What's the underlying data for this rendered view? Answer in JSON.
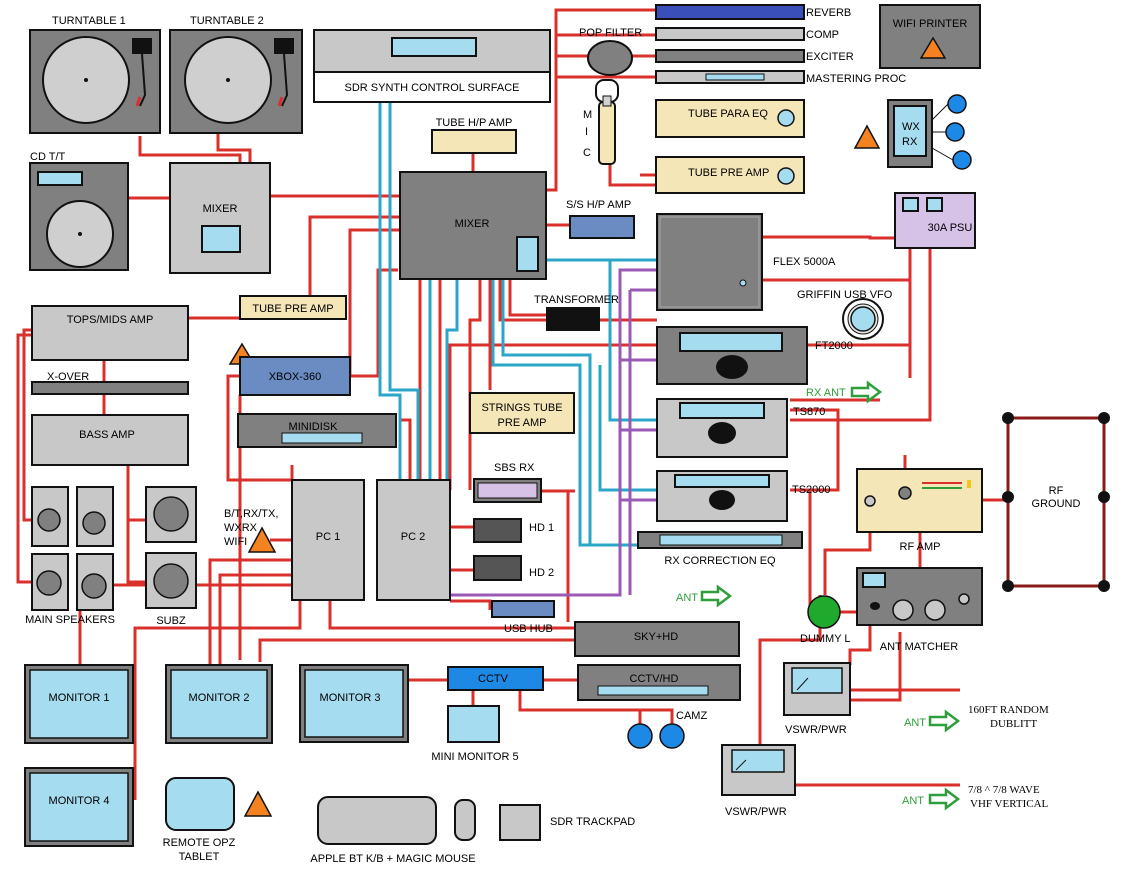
{
  "colors": {
    "wire_red": "#d9302c",
    "wire_blue": "#2aa6c9",
    "wire_purple": "#9b59b6",
    "ant_arrow": "#2e9e3a",
    "screen_blue": "#a6dcef",
    "equip_gray": "#808080",
    "tube_cream": "#f5e6b8",
    "warning_orange": "#f58220"
  },
  "labels": {
    "turntable1": "TURNTABLE 1",
    "turntable2": "TURNTABLE 2",
    "sdr_synth": "SDR SYNTH CONTROL SURFACE",
    "pop_filter": "POP FILTER",
    "mic": "M\nI\nC",
    "reverb": "REVERB",
    "comp": "COMP",
    "exciter": "EXCITER",
    "mastering": "MASTERING PROC",
    "wifi_printer": "WIFI PRINTER",
    "cd_tt": "CD T/T",
    "mixer_dj": "MIXER",
    "tube_hp_amp": "TUBE H/P AMP",
    "mixer_main": "MIXER",
    "tube_para_eq": "TUBE PARA EQ",
    "tube_pre_amp_top": "TUBE PRE AMP",
    "wx_rx": "WX RX",
    "ss_hp_amp": "S/S H/P AMP",
    "psu": "30A PSU",
    "flex": "FLEX 5000A",
    "tube_pre_amp_mid": "TUBE PRE AMP",
    "tops_mids": "TOPS/MIDS AMP",
    "transformer": "TRANSFORMER",
    "griffin": "GRIFFIN USB VFO",
    "ft2000": "FT2000",
    "xbox": "XBOX-360",
    "x_over": "X-OVER",
    "rx_ant": "RX ANT",
    "minidisk": "MINIDISK",
    "strings_tube": "STRINGS TUBE PRE AMP",
    "ts870": "TS870",
    "bass_amp": "BASS AMP",
    "sbs_rx": "SBS RX",
    "ts2000": "TS2000",
    "rf_ground": "RF GROUND",
    "bt_wifi": "B/T,RX/TX, WXRX WIFI",
    "pc1": "PC 1",
    "pc2": "PC 2",
    "hd1": "HD 1",
    "rf_amp": "RF AMP",
    "rx_corr_eq": "RX CORRECTION EQ",
    "hd2": "HD 2",
    "ant1": "ANT",
    "main_speakers": "MAIN SPEAKERS",
    "subz": "SUBZ",
    "usb_hub": "USB HUB",
    "dummy_l": "DUMMY L",
    "ant_matcher": "ANT MATCHER",
    "sky_hd": "SKY+HD",
    "monitor1": "MONITOR 1",
    "monitor2": "MONITOR 2",
    "monitor3": "MONITOR 3",
    "cctv": "CCTV",
    "cctv_hd": "CCTV/HD",
    "vswr1": "VSWR/PWR",
    "random_dublitt": "160FT RANDOM DUBLITT",
    "ant2": "ANT",
    "camz": "CAMZ",
    "mini_monitor": "MINI MONITOR 5",
    "monitor4": "MONITOR 4",
    "remote_tablet": "REMOTE OPZ TABLET",
    "vswr2": "VSWR/PWR",
    "vhf_vertical": "7/8 ^ 7/8 WAVE VHF VERTICAL",
    "ant3": "ANT",
    "sdr_trackpad": "SDR TRACKPAD",
    "apple_kb": "APPLE BT K/B + MAGIC MOUSE"
  }
}
